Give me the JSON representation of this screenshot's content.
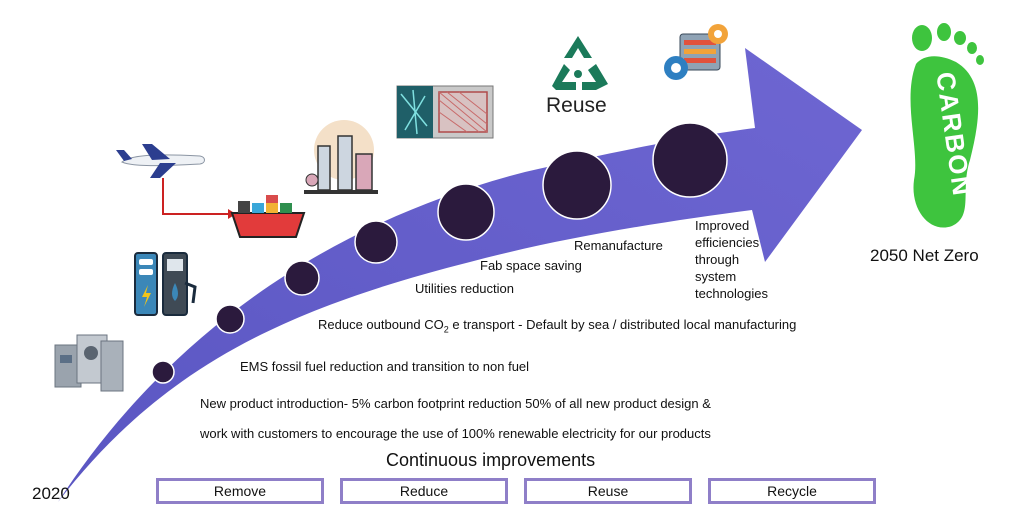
{
  "timeline": {
    "start_label": "2020",
    "end_label": "2050 Net Zero"
  },
  "milestones": [
    {
      "text": "EMS fossil fuel reduction and transition to non fuel"
    },
    {
      "text_pre": "Reduce outbound CO",
      "text_sub": "2",
      "text_post": " e transport - Default by sea / distributed local manufacturing"
    },
    {
      "text": "Utilities reduction"
    },
    {
      "text": "Fab space saving"
    },
    {
      "text": "Remanufacture"
    },
    {
      "text": "Improved efficiencies through system technologies"
    }
  ],
  "npi": {
    "line1": "New product introduction- 5% carbon footprint reduction 50% of all new product design &",
    "line2": "work with customers to encourage the use of 100% renewable electricity for our products"
  },
  "continuous": {
    "title": "Continuous improvements",
    "boxes": [
      "Remove",
      "Reduce",
      "Reuse",
      "Recycle"
    ]
  },
  "icons": {
    "reuse_label": "Reuse",
    "footprint_word": "CARBON",
    "names": [
      "machinery-icon",
      "charging-station-icon",
      "airplane-icon",
      "cargo-ship-icon",
      "factory-icon",
      "fab-layout-icon",
      "recycle-icon",
      "gear-system-icon",
      "carbon-footprint-icon"
    ]
  },
  "colors": {
    "arrow": "#6a63c9",
    "circle": "#2b1a3d",
    "box_border": "#8f7fc8",
    "footprint": "#3ec43e",
    "recycle": "#1b7a5a"
  }
}
